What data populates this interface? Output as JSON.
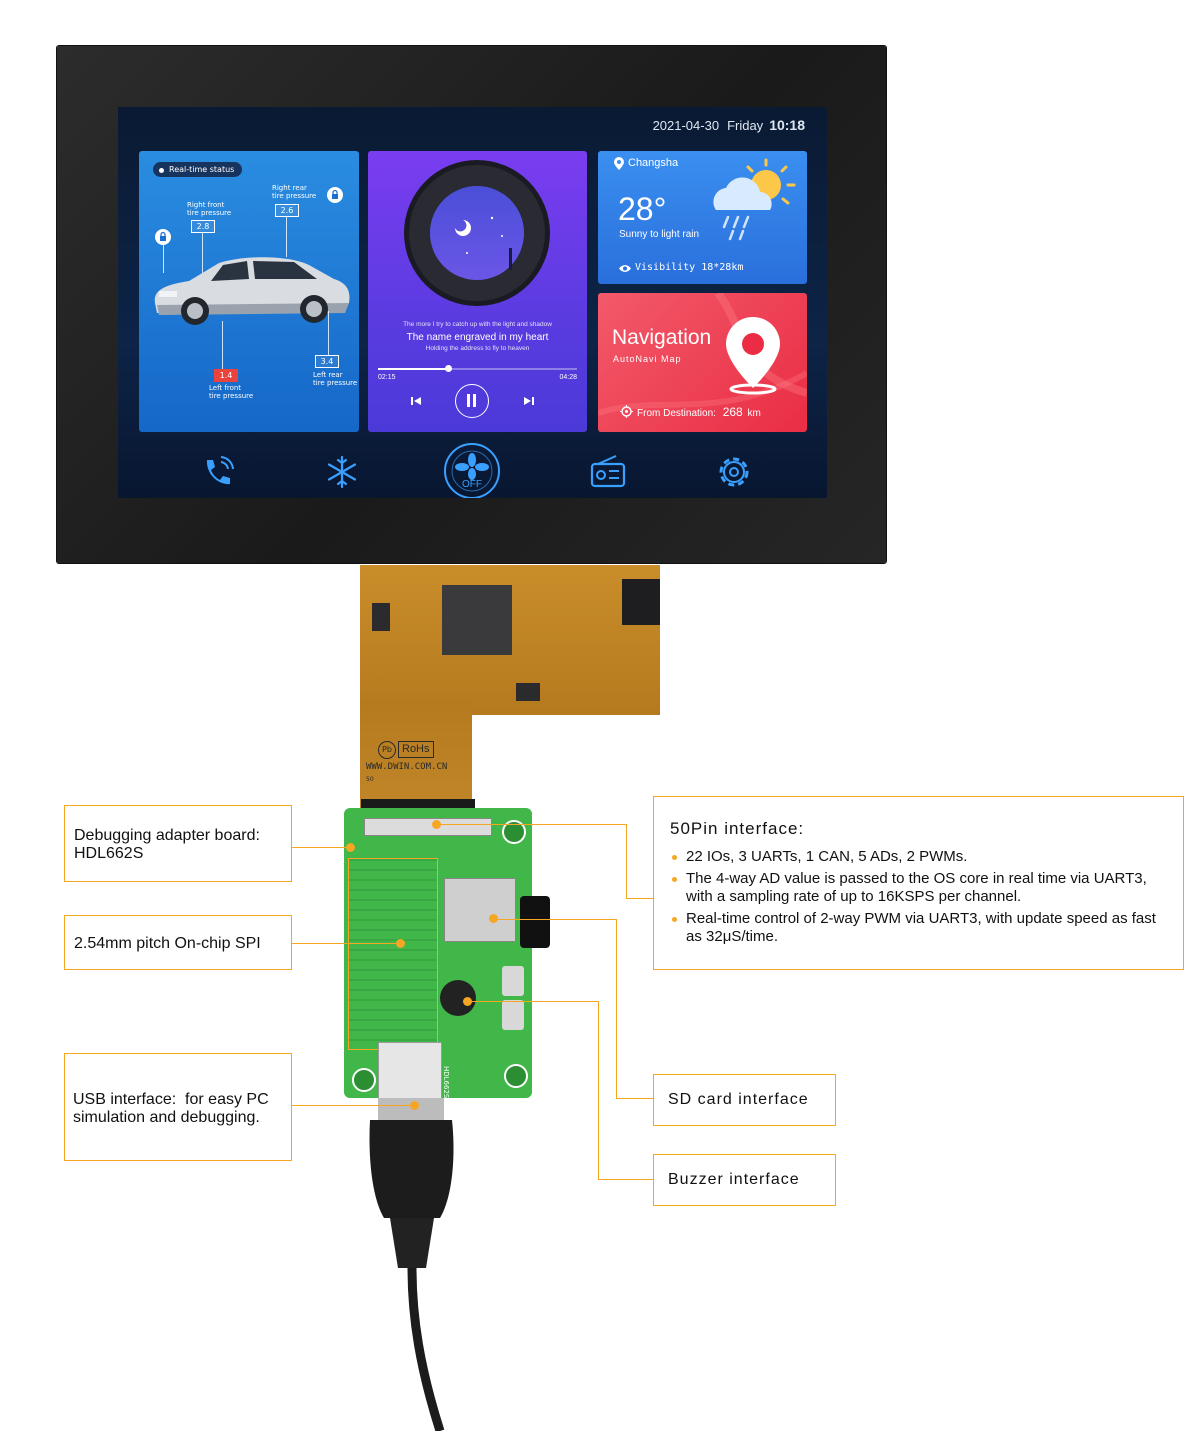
{
  "screen": {
    "date": "2021-04-30",
    "day": "Friday",
    "time": "10:18"
  },
  "tire_card": {
    "status_label": "Real-time status",
    "right_front_label": "Right front\ntire pressure",
    "right_front_value": "2.8",
    "right_rear_label": "Right rear\ntire pressure",
    "right_rear_value": "2.6",
    "left_front_label": "Left front\ntire pressure",
    "left_front_value": "1.4",
    "left_rear_label": "Left rear\ntire pressure",
    "left_rear_value": "3.4",
    "alert_color": "#e9433d"
  },
  "music_card": {
    "lyric_prev": "The more I try to catch up with the light and shadow",
    "lyric_current": "The name engraved in my heart",
    "lyric_next": "Holding the address to fly to heaven",
    "elapsed": "02:15",
    "duration": "04:28",
    "progress": 0.35
  },
  "weather_card": {
    "city": "Changsha",
    "temperature": "28°",
    "condition": "Sunny to light rain",
    "visibility": "Visibility 18*28km"
  },
  "nav_card": {
    "title": "Navigation",
    "subtitle": "AutoNavi Map",
    "distance_label": "From Destination:",
    "distance_value": "268",
    "distance_unit": "km"
  },
  "dock": {
    "fan_state": "OFF",
    "icons": [
      "phone-icon",
      "snowflake-icon",
      "fan-icon",
      "radio-icon",
      "gear-icon"
    ]
  },
  "hardware": {
    "rohs": "RoHs",
    "pb": "Pb",
    "url": "WWW.DWIN.COM.CN",
    "pin50": "50",
    "board_name": "HDL662S"
  },
  "callouts": {
    "debug_board": "Debugging adapter board:\nHDL662S",
    "spi": "2.54mm pitch On-chip SPI",
    "usb": "USB interface:  for easy PC\nsimulation and debugging.",
    "pin50_title": "50Pin interface:",
    "pin50_items": [
      "22 IOs, 3 UARTs, 1 CAN, 5 ADs, 2 PWMs.",
      "The 4-way AD value is passed to the OS core in real time via UART3, with a sampling rate of up to 16KSPS per channel.",
      "Real-time control of 2-way PWM via UART3, with update speed as fast as 32μS/time."
    ],
    "sd": "SD card interface",
    "buzzer": "Buzzer interface"
  },
  "colors": {
    "accent": "#f5a623",
    "pcb_green": "#41b649",
    "fpc_amber": "#c98d2a"
  }
}
